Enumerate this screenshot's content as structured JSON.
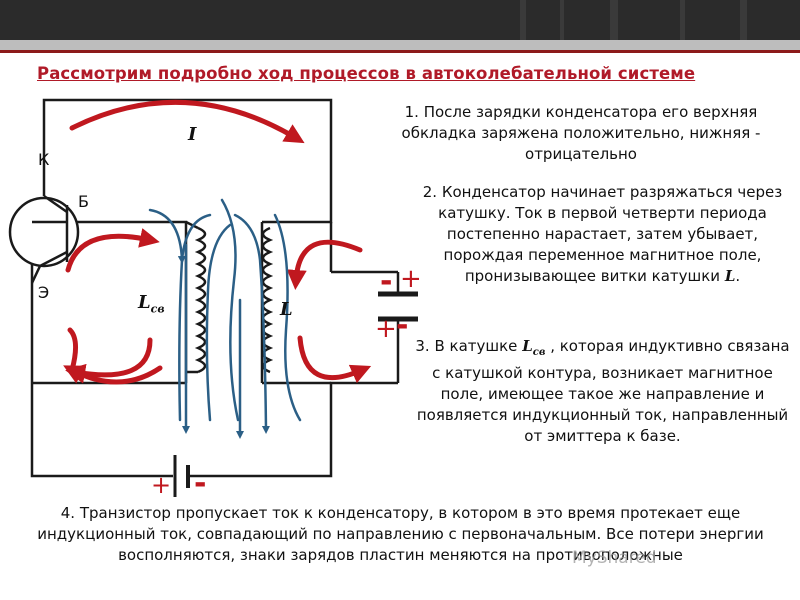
{
  "slide": {
    "title": "Рассмотрим подробно ход процессов в автоколебательной системе",
    "step1": "1. После зарядки конденсатора его верхняя обкладка заряжена положительно, нижняя - отрицательно",
    "step2": "2. Конденсатор начинает разряжаться через катушку. Ток в первой четверти периода постепенно нарастает, затем убывает, порождая переменное магнитное поле, пронизывающее витки катушки",
    "step2_symbol": "L",
    "step3_prefix": "3. В катушке",
    "step3_symbol": "L",
    "step3_subscript": "св",
    "step3_rest": ", которая индуктивно связана с катушкой контура, возникает магнитное поле, имеющее такое же направление и появляется индукционный ток, направленный от эмиттера к базе.",
    "step4": "4. Транзистор пропускает ток к конденсатору, в котором в это время протекает еще индукционный ток, совпадающий по направлению с первоначальным. Все потери энергии восполняются, знаки зарядов пластин меняются на противоположные"
  },
  "diagram": {
    "current_label": "I",
    "collector_label": "К",
    "base_label": "Б",
    "emitter_label": "Э",
    "coupling_coil_symbol": "L",
    "coupling_coil_subscript": "св",
    "coil_label": "L",
    "cap_sign_minus_top": "-",
    "cap_sign_plus_top": "+",
    "cap_sign_plus_bottom": "+",
    "cap_sign_minus_bottom": "-",
    "battery_plus": "+",
    "battery_minus": "-"
  },
  "watermark": "MyShared",
  "colors": {
    "title": "#b01a28",
    "arrow_red": "#c0181f",
    "arrow_blue": "#2b5f86",
    "sign_red": "#c0181f"
  }
}
